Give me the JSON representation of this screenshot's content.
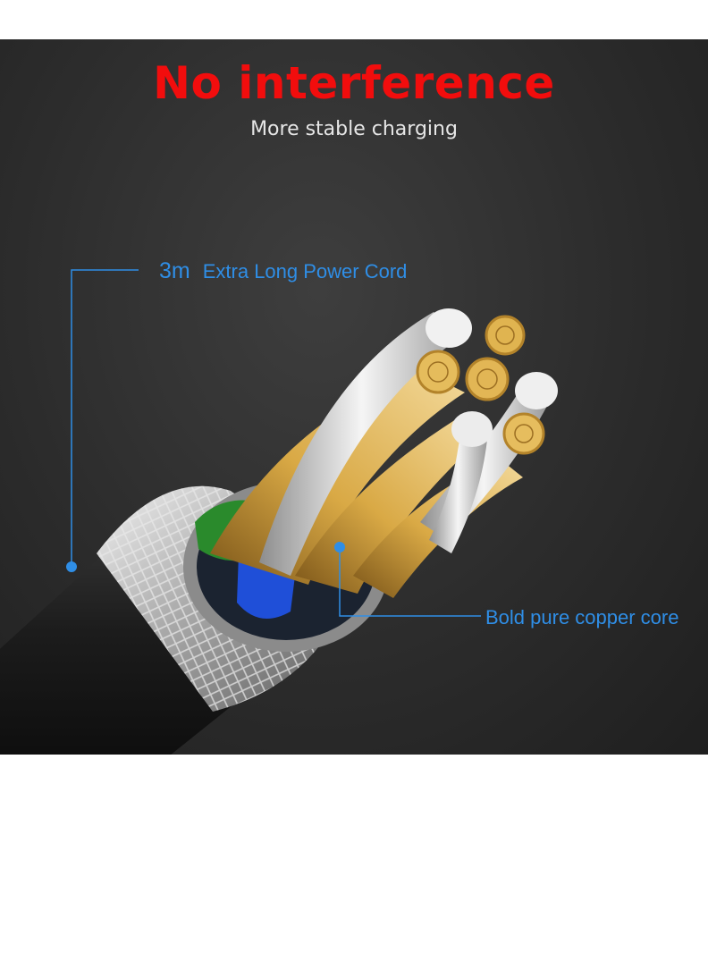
{
  "headline": "No interference",
  "subheadline": "More stable charging",
  "callouts": {
    "length_value": "3m",
    "length_label": "Extra Long Power Cord",
    "core_label": "Bold pure copper core"
  },
  "colors": {
    "headline": "#f20d0d",
    "subheadline": "#e6e6e6",
    "callout": "#2f8ee6",
    "background": "#2c2c2c"
  }
}
